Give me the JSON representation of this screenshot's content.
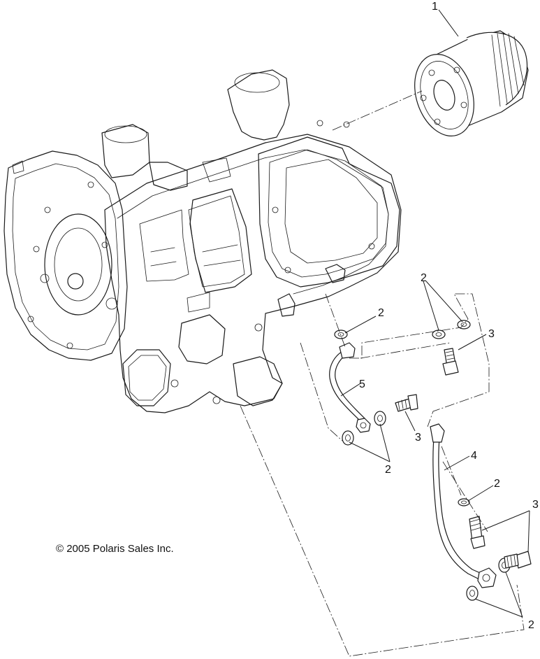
{
  "copyright": "© 2005 Polaris Sales Inc.",
  "callouts": {
    "filter": "1",
    "washer_a": "2",
    "washer_b": "2",
    "washer_c": "2",
    "washer_d": "2",
    "washer_e": "2",
    "bolt_a": "3",
    "bolt_b": "3",
    "bolt_c": "3",
    "line_upper": "5",
    "line_lower": "4"
  }
}
